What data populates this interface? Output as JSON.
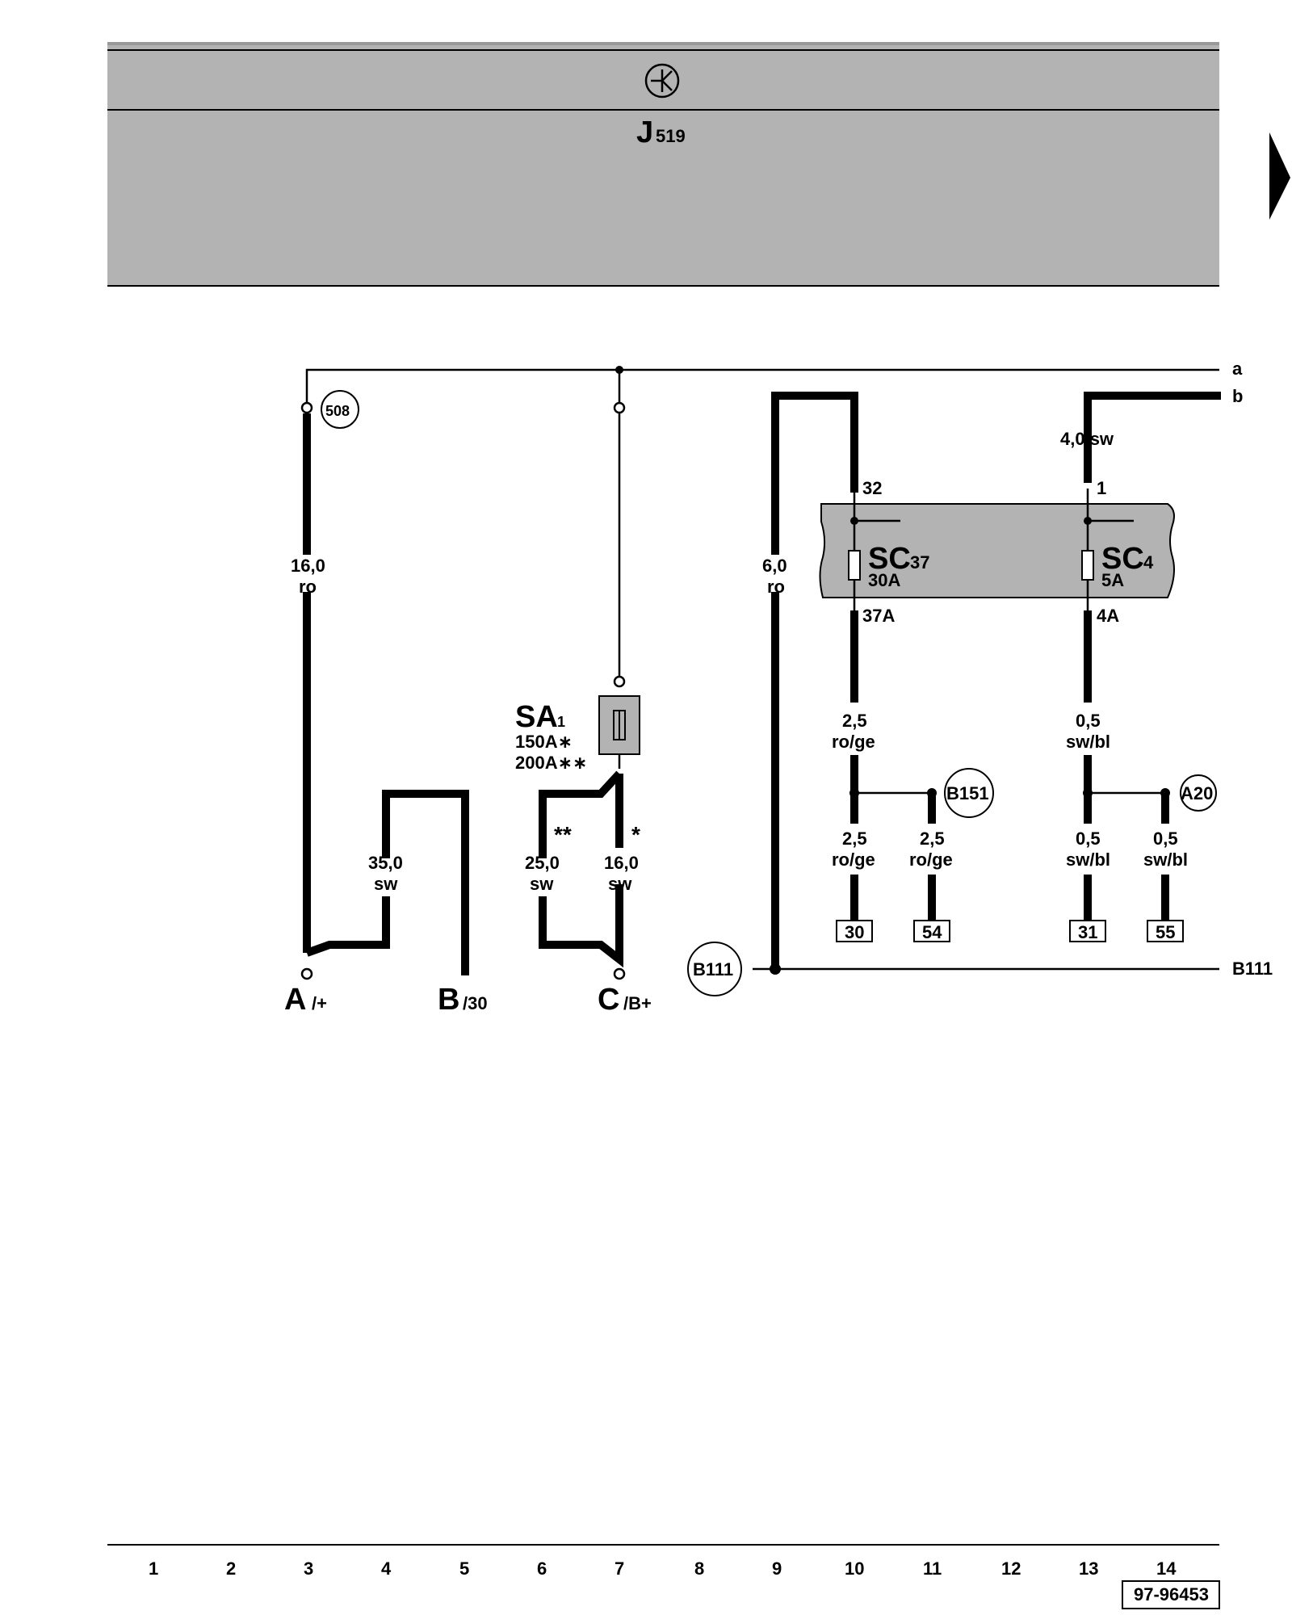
{
  "header": {
    "component": "J",
    "component_sub": "519"
  },
  "nodes": {
    "n508": "508",
    "b151": "B151",
    "a20": "A20",
    "b111_left": "B111",
    "b111_right": "B111",
    "line_a": "a",
    "line_b": "b"
  },
  "wires": {
    "w_a_size": "16,0",
    "w_a_color": "ro",
    "w_9_size": "6,0",
    "w_9_color": "ro",
    "w_4_size": "35,0",
    "w_4_color": "sw",
    "w_6_size": "25,0",
    "w_6_color": "sw",
    "w_6_mark": "**",
    "w_7_size": "16,0",
    "w_7_color": "sw",
    "w_7_mark": "*",
    "w_13_top": "4,0 sw",
    "w_10_size": "2,5",
    "w_10_color": "ro/ge",
    "w_10b_size": "2,5",
    "w_10b_color": "ro/ge",
    "w_11_size": "2,5",
    "w_11_color": "ro/ge",
    "w_13_size": "0,5",
    "w_13_color": "sw/bl",
    "w_13b_size": "0,5",
    "w_13b_color": "sw/bl",
    "w_14_size": "0,5",
    "w_14_color": "sw/bl"
  },
  "fuses": {
    "sa1_name": "SA",
    "sa1_sub": "1",
    "sa1_rating1": "150A∗",
    "sa1_rating2": "200A∗∗",
    "sc37_name": "SC",
    "sc37_sub": "37",
    "sc37_rating": "30A",
    "sc37_in": "32",
    "sc37_out": "37A",
    "sc4_name": "SC",
    "sc4_sub": "4",
    "sc4_rating": "5A",
    "sc4_in": "1",
    "sc4_out": "4A"
  },
  "terminals": {
    "a_main": "A",
    "a_sub": "/+",
    "b_main": "B",
    "b_sub": "/30",
    "c_main": "C",
    "c_sub": "/B+"
  },
  "connectors": [
    "30",
    "54",
    "31",
    "55"
  ],
  "footer": {
    "tracks": [
      "1",
      "2",
      "3",
      "4",
      "5",
      "6",
      "7",
      "8",
      "9",
      "10",
      "11",
      "12",
      "13",
      "14"
    ],
    "doc_number": "97-96453"
  }
}
